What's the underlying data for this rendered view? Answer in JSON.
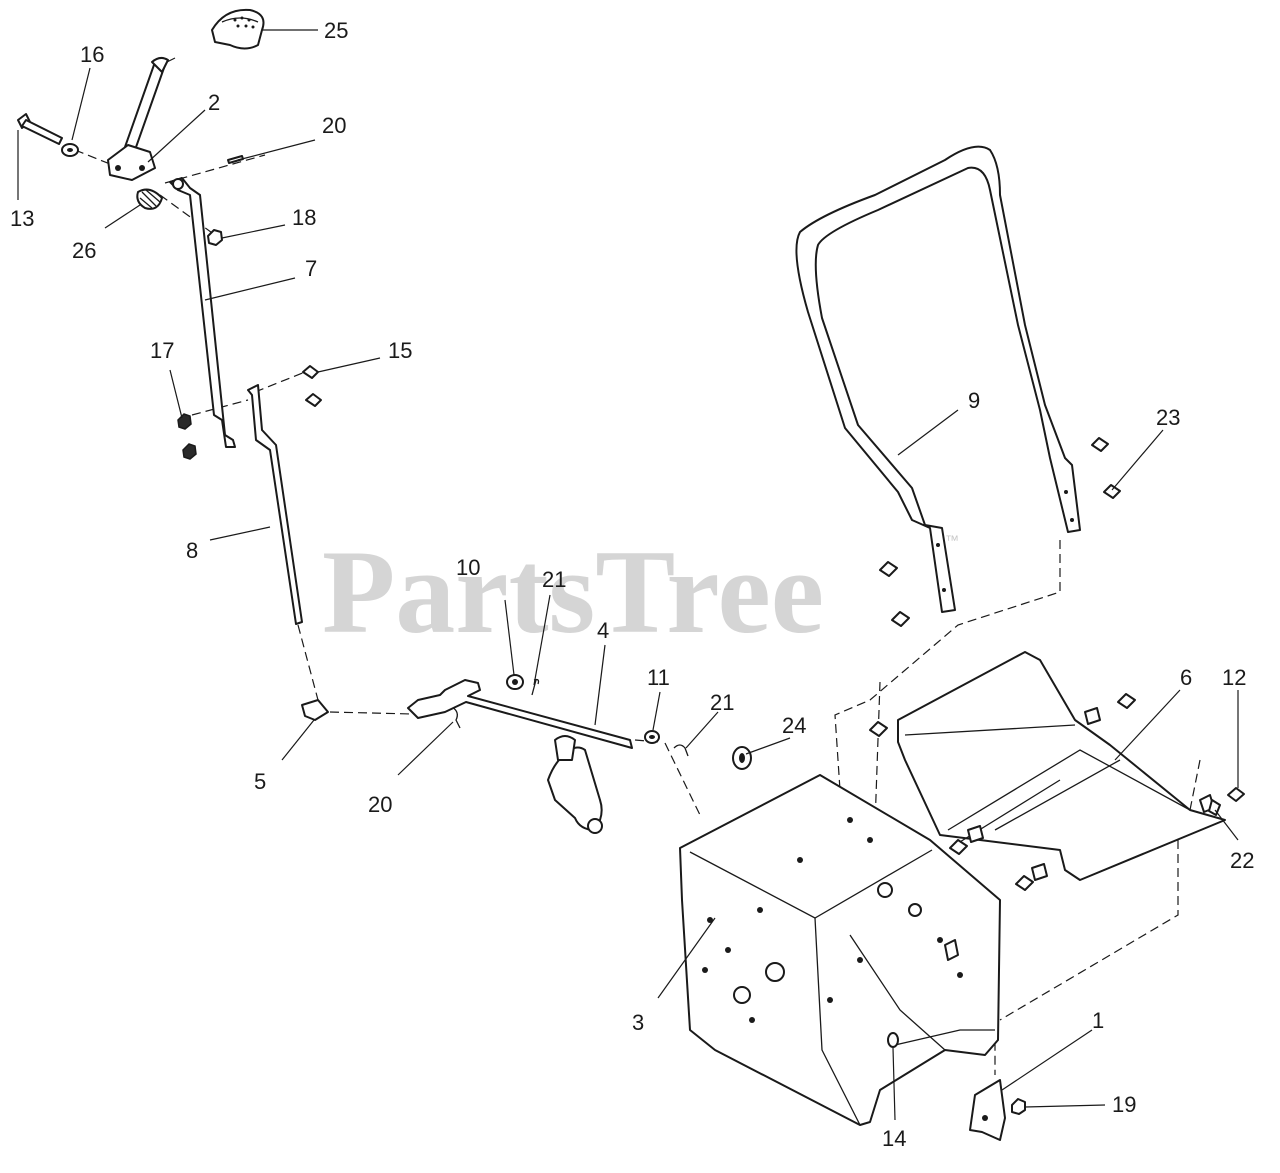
{
  "watermark": {
    "text": "PartsTree",
    "mark": "™"
  },
  "callouts": {
    "c1": "1",
    "c2": "2",
    "c3": "3",
    "c4": "4",
    "c5": "5",
    "c6": "6",
    "c7": "7",
    "c8": "8",
    "c9": "9",
    "c10": "10",
    "c11": "11",
    "c12": "12",
    "c13": "13",
    "c14": "14",
    "c15": "15",
    "c16": "16",
    "c17": "17",
    "c18": "18",
    "c19": "19",
    "c20a": "20",
    "c20b": "20",
    "c21a": "21",
    "c21b": "21",
    "c22": "22",
    "c23": "23",
    "c24": "24",
    "c25": "25",
    "c26": "26"
  }
}
